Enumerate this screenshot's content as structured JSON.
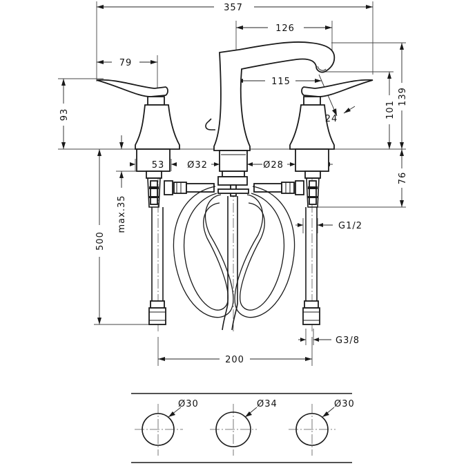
{
  "drawing": {
    "dimensions": {
      "overall_width": "357",
      "spout_reach": "126",
      "handle_width": "79",
      "spout_offset": "115",
      "handle_height": "93",
      "spout_height": "101",
      "total_height": "139",
      "nozzle_size": "24",
      "valve_base_dia": "53",
      "spout_base_dia": "Ø32",
      "shank_dia": "Ø28",
      "shank_length": "76",
      "max_thickness": "max.35",
      "hose_length": "500",
      "inlet_thread": "G1/2",
      "supply_thread": "G3/8",
      "center_spacing": "200"
    },
    "holes": {
      "left": "Ø30",
      "center": "Ø34",
      "right": "Ø30"
    }
  }
}
